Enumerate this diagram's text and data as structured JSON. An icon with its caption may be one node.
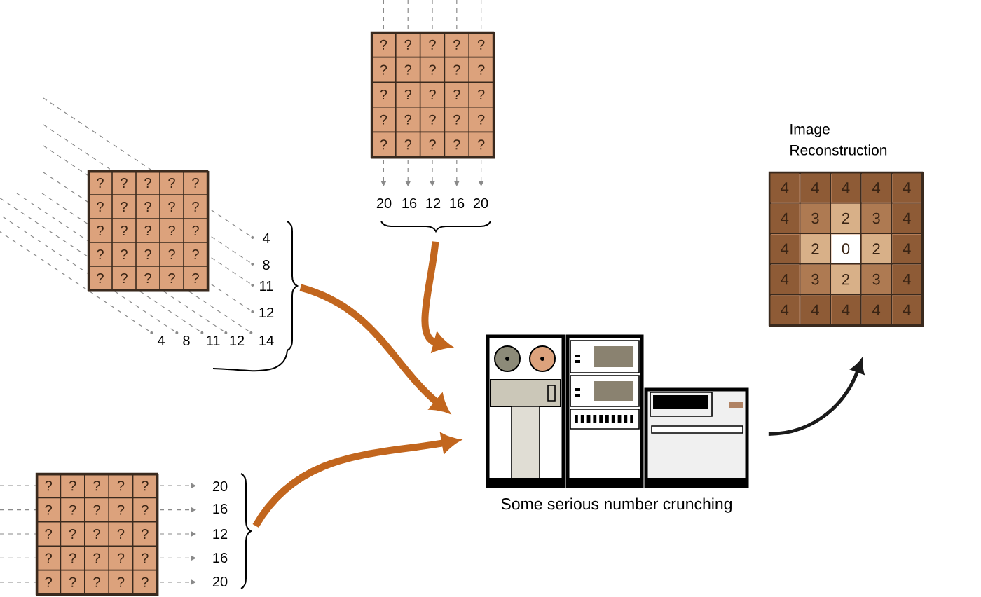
{
  "diagram": {
    "nodes": [
      {
        "text": [
          "?",
          "?",
          "?",
          "?",
          "?",
          "?",
          "?",
          "?",
          "?",
          "?",
          "?",
          "?",
          "?",
          "?",
          "?",
          "?",
          "?",
          "?",
          "?",
          "?",
          "?",
          "?",
          "?",
          "?",
          "?"
        ]
      },
      {
        "text": [
          "?",
          "?",
          "?",
          "?",
          "?",
          "?",
          "?",
          "?",
          "?",
          "?",
          "?",
          "?",
          "?",
          "?",
          "?",
          "?",
          "?",
          "?",
          "?",
          "?",
          "?",
          "?",
          "?",
          "?",
          "?"
        ]
      },
      {
        "text": [
          "?",
          "?",
          "?",
          "?",
          "?",
          "?",
          "?",
          "?",
          "?",
          "?",
          "?",
          "?",
          "?",
          "?",
          "?",
          "?",
          "?",
          "?",
          "?",
          "?",
          "?",
          "?",
          "?",
          "?",
          "?"
        ]
      },
      {
        "text": [
          "Some serious number crunching"
        ]
      },
      {
        "text": [
          "Image Reconstruction",
          "4",
          "4",
          "4",
          "4",
          "4",
          "4",
          "3",
          "2",
          "3",
          "4",
          "4",
          "2",
          "0",
          "2",
          "4",
          "4",
          "3",
          "2",
          "3",
          "4",
          "4",
          "4",
          "4",
          "4",
          "4"
        ]
      }
    ],
    "edges": [
      {
        "from": 0,
        "to": 3,
        "arrow": "to"
      },
      {
        "from": 1,
        "to": 3,
        "arrow": "to"
      },
      {
        "from": 2,
        "to": 3,
        "arrow": "to"
      },
      {
        "from": 3,
        "to": 4,
        "arrow": "to",
        "color": "#1a1a1a"
      }
    ],
    "labels": [
      "20",
      "16",
      "12",
      "16",
      "20",
      "4",
      "8",
      "11",
      "12",
      "4",
      "8",
      "11",
      "12",
      "14",
      "20",
      "16",
      "12",
      "16",
      "20"
    ]
  }
}
